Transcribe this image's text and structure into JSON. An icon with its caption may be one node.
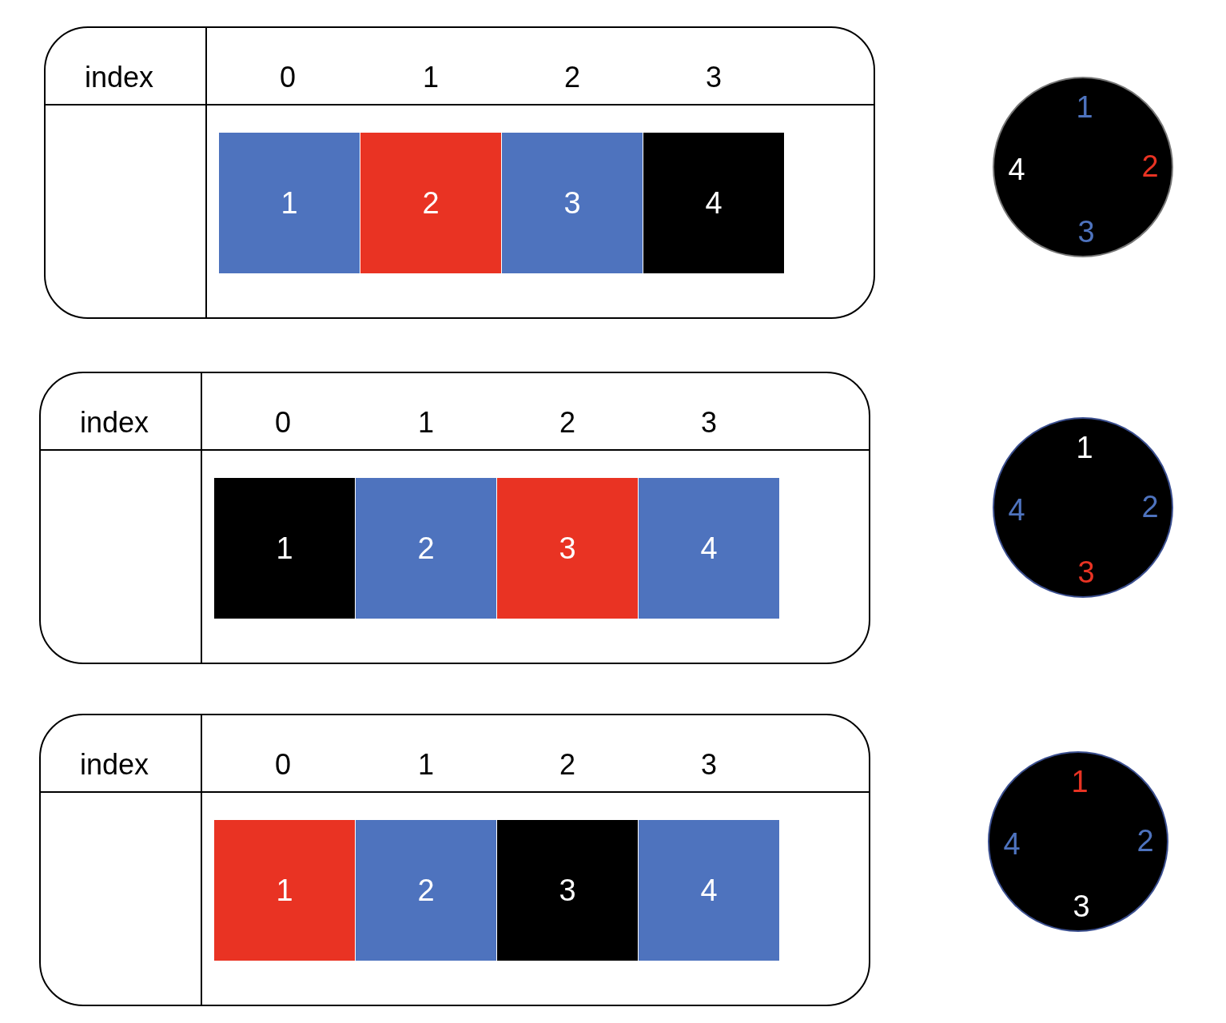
{
  "diagram": {
    "nodes": [
      {
        "text": [
          "index",
          "0",
          "1",
          "2",
          "3"
        ]
      },
      {
        "text": [
          "1"
        ],
        "in": 0
      },
      {
        "text": [
          "2"
        ],
        "in": 0
      },
      {
        "text": [
          "3"
        ],
        "in": 0
      },
      {
        "text": [
          "4"
        ],
        "in": 0
      },
      {
        "text": [
          "1",
          "2",
          "3",
          "4"
        ]
      },
      {
        "text": [
          "index",
          "0",
          "1",
          "2",
          "3"
        ]
      },
      {
        "text": [
          "1"
        ],
        "in": 6
      },
      {
        "text": [
          "2"
        ],
        "in": 6
      },
      {
        "text": [
          "3"
        ],
        "in": 6
      },
      {
        "text": [
          "4"
        ],
        "in": 6
      },
      {
        "text": [
          "1",
          "2",
          "3",
          "4"
        ]
      },
      {
        "text": [
          "index",
          "0",
          "1",
          "2",
          "3"
        ]
      },
      {
        "text": [
          "1"
        ],
        "in": 12
      },
      {
        "text": [
          "2"
        ],
        "in": 12
      },
      {
        "text": [
          "3"
        ],
        "in": 12
      },
      {
        "text": [
          "4"
        ],
        "in": 12
      },
      {
        "text": [
          "1",
          "2",
          "3",
          "4"
        ]
      }
    ]
  }
}
